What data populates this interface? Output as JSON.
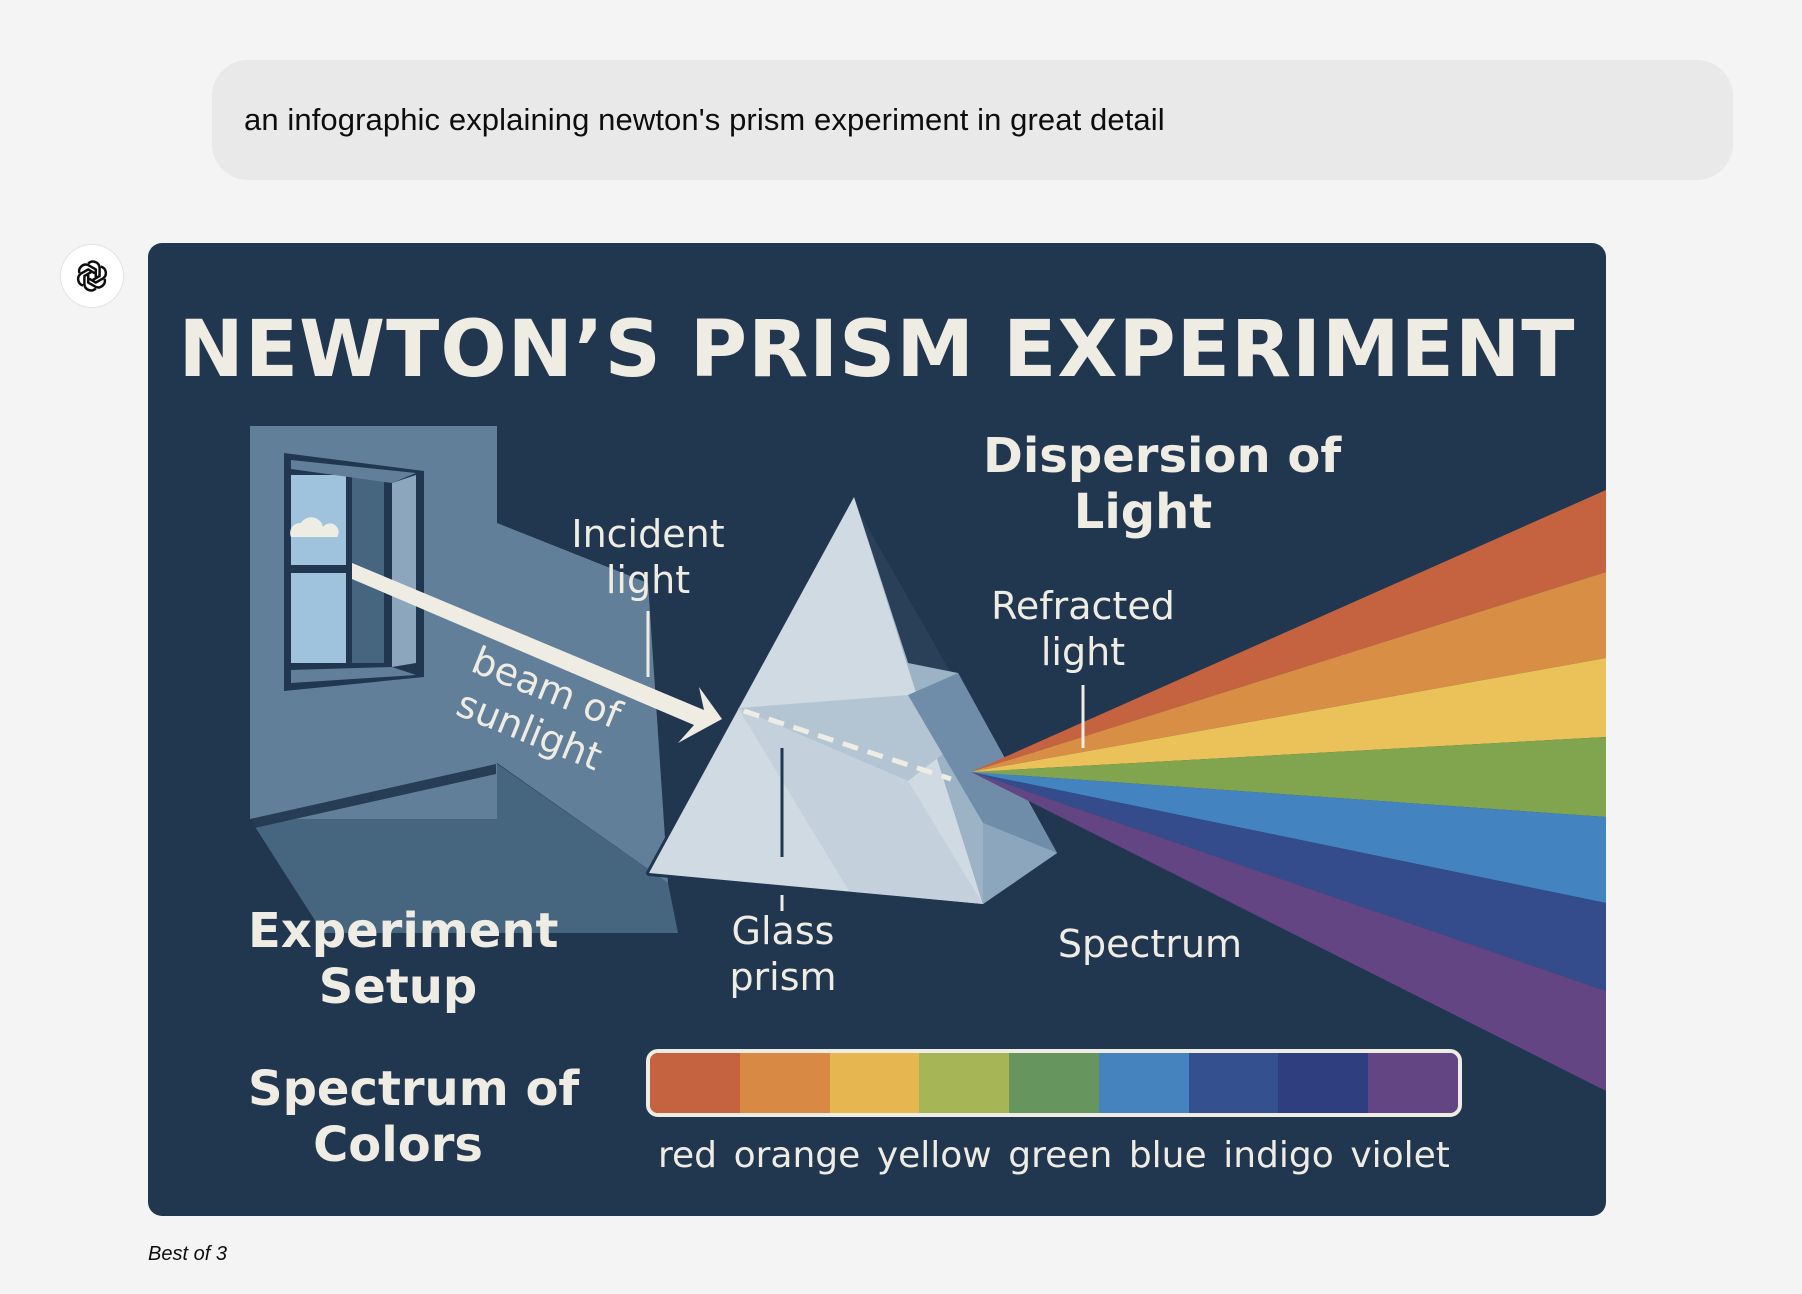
{
  "conversation": {
    "user_prompt": "an infographic explaining newton's prism experiment in great detail",
    "assistant_avatar_icon": "openai-logo-icon",
    "footer_note": "Best of 3"
  },
  "infographic": {
    "title": "NEWTON’S PRISM EXPERIMENT",
    "labels": {
      "incident_light_1": "Incident",
      "incident_light_2": "light",
      "beam_1": "beam of",
      "beam_2": "sunlight",
      "dispersion_1": "Dispersion of",
      "dispersion_2": "Light",
      "refracted_1": "Refracted",
      "refracted_2": "light",
      "glass_prism_1": "Glass",
      "glass_prism_2": "prism",
      "spectrum": "Spectrum",
      "experiment_setup_1": "Experiment",
      "experiment_setup_2": "Setup",
      "spectrum_colors_1": "Spectrum of",
      "spectrum_colors_2": "Colors"
    },
    "color_bar": {
      "segments": [
        "#c5623f",
        "#d88a45",
        "#e6b650",
        "#a6b555",
        "#66965e",
        "#4483bd",
        "#34508f",
        "#2e3e7e",
        "#624582"
      ],
      "labels": [
        "red",
        "orange",
        "yellow",
        "green",
        "blue",
        "indigo",
        "violet"
      ]
    },
    "colors": {
      "background": "#21364f",
      "text": "#efece4",
      "wall": "#627f99",
      "floor": "#46657f",
      "prism_light": "#cfdae3",
      "prism_mid": "#9cb3c6",
      "prism_dark": "#5f7f9a",
      "spectrum_bands": [
        "#c5623f",
        "#d98e45",
        "#ebc259",
        "#80a54e",
        "#4384c0",
        "#344c8b",
        "#624582"
      ]
    }
  }
}
